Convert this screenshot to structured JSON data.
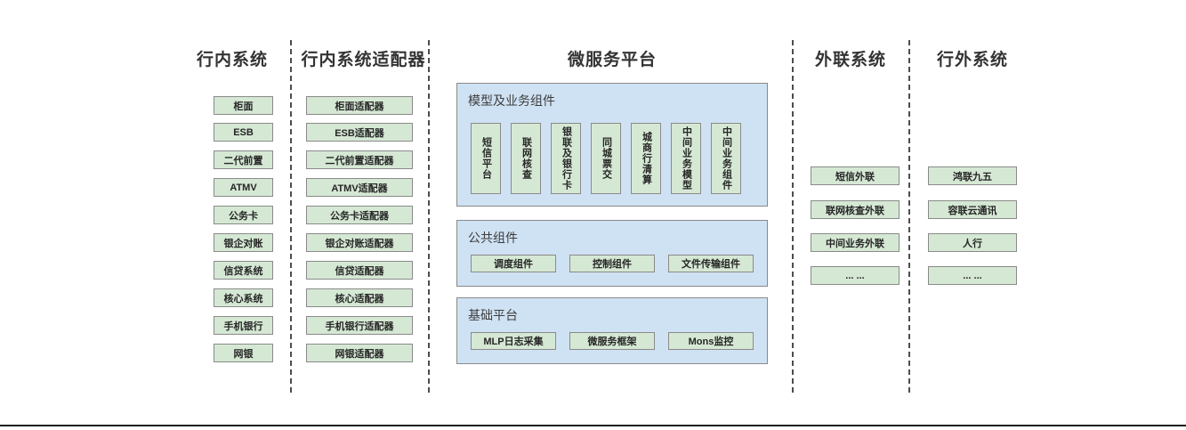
{
  "diagram": {
    "columns": [
      {
        "id": "internal-systems",
        "title": "行内系统",
        "nodes": [
          {
            "label": "柜面"
          },
          {
            "label": "ESB"
          },
          {
            "label": "二代前置"
          },
          {
            "label": "ATMV"
          },
          {
            "label": "公务卡"
          },
          {
            "label": "银企对账"
          },
          {
            "label": "信贷系统"
          },
          {
            "label": "核心系统"
          },
          {
            "label": "手机银行"
          },
          {
            "label": "网银"
          }
        ]
      },
      {
        "id": "internal-system-adapters",
        "title": "行内系统适配器",
        "nodes": [
          {
            "label": "柜面适配器"
          },
          {
            "label": "ESB适配器"
          },
          {
            "label": "二代前置适配器"
          },
          {
            "label": "ATMV适配器"
          },
          {
            "label": "公务卡适配器"
          },
          {
            "label": "银企对账适配器"
          },
          {
            "label": "信贷适配器"
          },
          {
            "label": "核心适配器"
          },
          {
            "label": "手机银行适配器"
          },
          {
            "label": "网银适配器"
          }
        ]
      },
      {
        "id": "microservice-platform",
        "title": "微服务平台",
        "panels": [
          {
            "id": "model-business-components",
            "label": "模型及业务组件",
            "orientation": "vertical",
            "nodes": [
              {
                "label": "短信平台"
              },
              {
                "label": "联网核查"
              },
              {
                "label": "银联及银行卡"
              },
              {
                "label": "同城票交"
              },
              {
                "label": "城商行清算"
              },
              {
                "label": "中间业务模型"
              },
              {
                "label": "中间业务组件"
              }
            ]
          },
          {
            "id": "public-components",
            "label": "公共组件",
            "orientation": "horizontal",
            "nodes": [
              {
                "label": "调度组件"
              },
              {
                "label": "控制组件"
              },
              {
                "label": "文件传输组件"
              }
            ]
          },
          {
            "id": "base-platform",
            "label": "基础平台",
            "orientation": "horizontal",
            "nodes": [
              {
                "label": "MLP日志采集"
              },
              {
                "label": "微服务框架"
              },
              {
                "label": "Mons监控"
              }
            ]
          }
        ]
      },
      {
        "id": "external-liaison-systems",
        "title": "外联系统",
        "nodes": [
          {
            "label": "短信外联"
          },
          {
            "label": "联网核查外联"
          },
          {
            "label": "中间业务外联"
          },
          {
            "label": "... ..."
          }
        ]
      },
      {
        "id": "outside-bank-systems",
        "title": "行外系统",
        "nodes": [
          {
            "label": "鸿联九五"
          },
          {
            "label": "容联云通讯"
          },
          {
            "label": "人行"
          },
          {
            "label": "... ..."
          }
        ]
      }
    ],
    "colors": {
      "node_fill": "#d5e8d4",
      "node_border": "#8a8a8a",
      "panel_fill": "#cfe2f3",
      "panel_border": "#8a8a8a",
      "separator": "#4d4d4d",
      "title_text": "#333333"
    }
  }
}
